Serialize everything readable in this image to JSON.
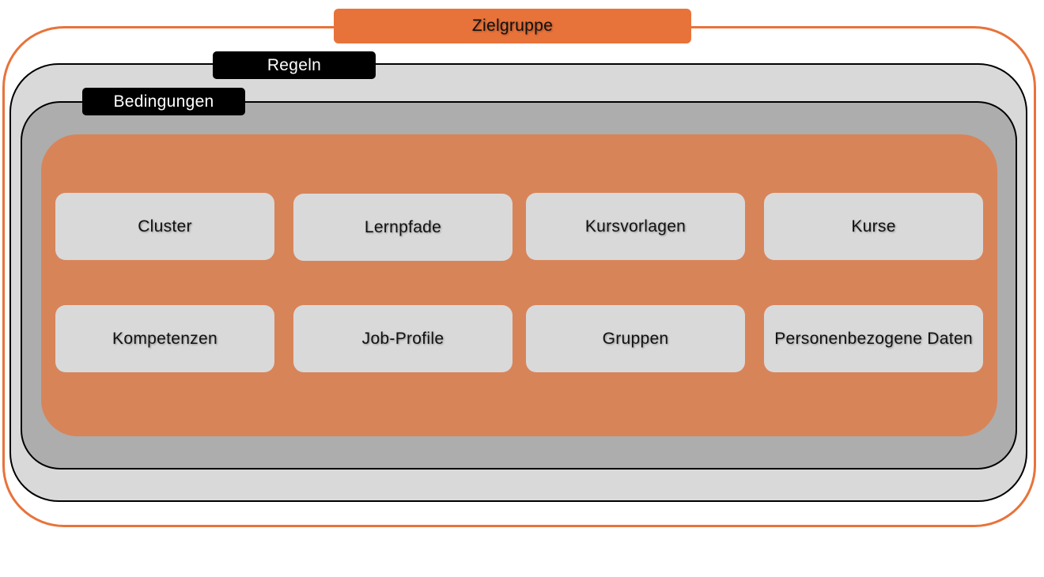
{
  "diagram": {
    "outer_label": "Zielgruppe",
    "rules_label": "Regeln",
    "conditions_label": "Bedingungen",
    "items": [
      {
        "label": "Cluster"
      },
      {
        "label": "Lernpfade"
      },
      {
        "label": "Kursvorlagen"
      },
      {
        "label": "Kurse"
      },
      {
        "label": "Kompetenzen"
      },
      {
        "label": "Job-Profile"
      },
      {
        "label": "Gruppen"
      },
      {
        "label": "Personenbezogene Daten"
      }
    ]
  },
  "colors": {
    "accent_orange": "#e8733a",
    "content_orange": "#d88459",
    "light_gray": "#d9d9d9",
    "mid_gray": "#adadad",
    "black": "#000000"
  }
}
